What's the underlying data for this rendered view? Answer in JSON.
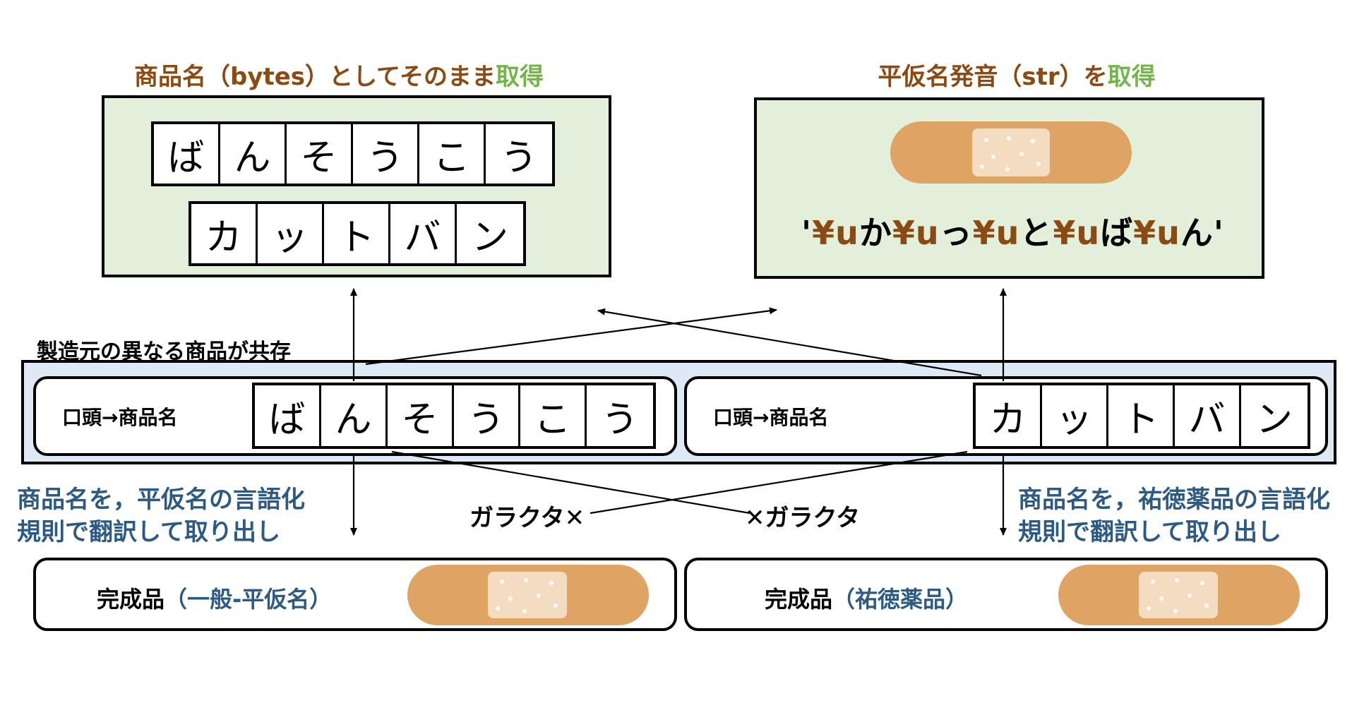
{
  "colors": {
    "panel_fill": "#e2efda",
    "band_fill": "#dde9f4",
    "heading_brown": "#8a4a12",
    "heading_green": "#74b548",
    "note_blue": "#2d5a82",
    "bandage_tan": "#dfa463",
    "bandage_pad": "#f3dcc0"
  },
  "left_heading": {
    "part1": "商品名（bytes）としてそのまま",
    "part2": "取得"
  },
  "right_heading": {
    "part1": "平仮名発音（str）を",
    "part2": "取得"
  },
  "left_panel": {
    "row1": [
      "ば",
      "ん",
      "そ",
      "う",
      "こ",
      "う"
    ],
    "row2": [
      "カ",
      "ッ",
      "ト",
      "バ",
      "ン"
    ]
  },
  "right_panel": {
    "bandage_icon": "bandage-icon",
    "str_value": [
      {
        "t": "'",
        "esc": false
      },
      {
        "t": "¥u",
        "esc": true
      },
      {
        "t": "か",
        "esc": false
      },
      {
        "t": "¥u",
        "esc": true
      },
      {
        "t": "っ",
        "esc": false
      },
      {
        "t": "¥u",
        "esc": true
      },
      {
        "t": "と",
        "esc": false
      },
      {
        "t": "¥u",
        "esc": true
      },
      {
        "t": "ば",
        "esc": false
      },
      {
        "t": "¥u",
        "esc": true
      },
      {
        "t": "ん",
        "esc": false
      },
      {
        "t": "'",
        "esc": false
      }
    ]
  },
  "band": {
    "caption": "製造元の異なる商品が共存",
    "left_label": "口頭→商品名",
    "left_cells": [
      "ば",
      "ん",
      "そ",
      "う",
      "こ",
      "う"
    ],
    "right_label": "口頭→商品名",
    "right_cells": [
      "カ",
      "ッ",
      "ト",
      "バ",
      "ン"
    ]
  },
  "notes": {
    "left": [
      "商品名を，平仮名の言語化",
      "規則で翻訳して取り出し"
    ],
    "right": [
      "商品名を，祐徳薬品の言語化",
      "規則で翻訳して取り出し"
    ]
  },
  "garbage": {
    "left": "ガラクタ✕",
    "right": "✕ガラクタ"
  },
  "results": {
    "left": {
      "label_main": "完成品",
      "label_paren": "（一般-平仮名）"
    },
    "right": {
      "label_main": "完成品",
      "label_paren": "（祐徳薬品）"
    }
  }
}
